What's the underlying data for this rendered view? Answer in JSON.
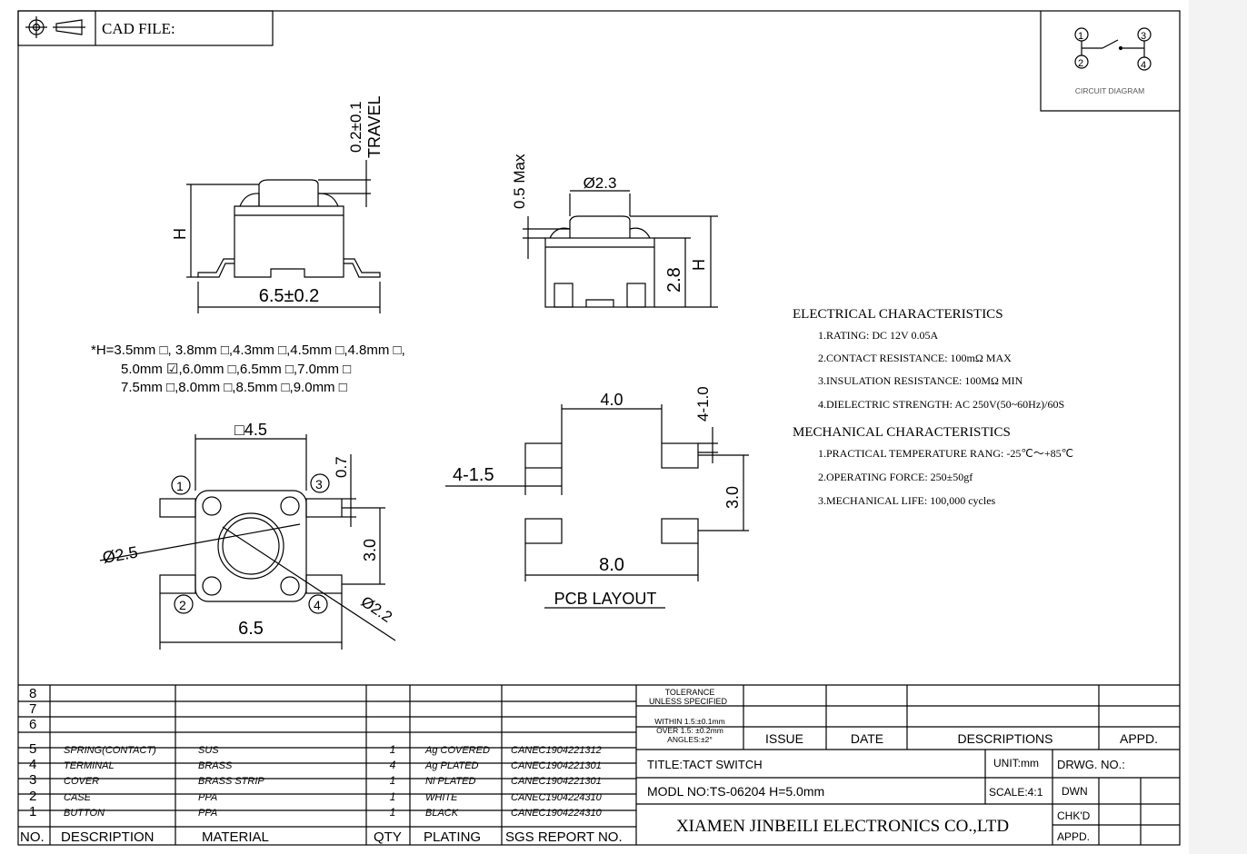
{
  "title_block": {
    "cad_label": "CAD FILE:",
    "circuit_caption": "CIRCUIT DIAGRAM",
    "circuit_pins": [
      "1",
      "2",
      "3",
      "4"
    ]
  },
  "side_view": {
    "travel_dim": "0.2±0.1",
    "travel_label": "TRAVEL",
    "height_label": "H",
    "width_dim": "6.5±0.2"
  },
  "front_view": {
    "stroke_dim": "0.5 Max",
    "button_dia": "Ø2.3",
    "body_height": "2.8",
    "height_label": "H"
  },
  "height_options": {
    "line1": "*H=3.5mm □, 3.8mm □,4.3mm □,4.5mm □,4.8mm □,",
    "line2": "5.0mm ☑,6.0mm □,6.5mm □,7.0mm □",
    "line3": "7.5mm □,8.0mm □,8.5mm □,9.0mm □"
  },
  "top_view": {
    "square_dim": "□4.5",
    "pin_dim": "0.7",
    "pitch_dim": "3.0",
    "cap_dia": "Ø2.5",
    "width_dim": "6.5",
    "post_dia": "Ø2.2",
    "pins": [
      "1",
      "2",
      "3",
      "4"
    ]
  },
  "pcb_layout": {
    "pad_pitch": "4.0",
    "pad_size_a": "4-1.0",
    "pad_size_b": "4-1.5",
    "row_pitch": "3.0",
    "overall": "8.0",
    "caption": "PCB LAYOUT"
  },
  "specs": {
    "electrical_heading": "ELECTRICAL CHARACTERISTICS",
    "electrical": [
      "1.RATING: DC 12V 0.05A",
      "2.CONTACT RESISTANCE: 100mΩ MAX",
      "3.INSULATION RESISTANCE: 100MΩ MIN",
      "4.DIELECTRIC STRENGTH: AC 250V(50~60Hz)/60S"
    ],
    "mechanical_heading": "MECHANICAL CHARACTERISTICS",
    "mechanical": [
      "1.PRACTICAL TEMPERATURE RANG: -25℃～+85℃",
      "2.OPERATING FORCE: 250±50gf",
      "3.MECHANICAL LIFE: 100,000 cycles"
    ]
  },
  "bom": {
    "headers": [
      "NO.",
      "DESCRIPTION",
      "MATERIAL",
      "QTY",
      "PLATING",
      "SGS REPORT NO."
    ],
    "rows": [
      {
        "no": "8",
        "desc": "",
        "mat": "",
        "qty": "",
        "plating": "",
        "sgs": ""
      },
      {
        "no": "7",
        "desc": "",
        "mat": "",
        "qty": "",
        "plating": "",
        "sgs": ""
      },
      {
        "no": "6",
        "desc": "",
        "mat": "",
        "qty": "",
        "plating": "",
        "sgs": ""
      },
      {
        "no": "5",
        "desc": "SPRING(CONTACT)",
        "mat": "SUS",
        "qty": "1",
        "plating": "Ag COVERED",
        "sgs": "CANEC1904221312"
      },
      {
        "no": "4",
        "desc": "TERMINAL",
        "mat": "BRASS",
        "qty": "4",
        "plating": "Ag PLATED",
        "sgs": "CANEC1904221301"
      },
      {
        "no": "3",
        "desc": "COVER",
        "mat": "BRASS STRIP",
        "qty": "1",
        "plating": "Ni PLATED",
        "sgs": "CANEC1904221301"
      },
      {
        "no": "2",
        "desc": "CASE",
        "mat": "PPA",
        "qty": "1",
        "plating": "WHITE",
        "sgs": "CANEC1904224310"
      },
      {
        "no": "1",
        "desc": "BUTTON",
        "mat": "PPA",
        "qty": "1",
        "plating": "BLACK",
        "sgs": "CANEC1904224310"
      }
    ]
  },
  "title": {
    "tol1": "TOLERANCE",
    "tol2": "UNLESS SPECIFIED",
    "tol3": "WITHIN 1.5:±0.1mm",
    "tol4": "OVER 1.5: ±0.2mm",
    "tol5": "ANGLES:±2°",
    "issue": "ISSUE",
    "date": "DATE",
    "descriptions": "DESCRIPTIONS",
    "appd": "APPD.",
    "title_text": "TITLE:TACT SWITCH",
    "unit": "UNIT:mm",
    "drwg": "DRWG. NO.:",
    "model": "MODL NO:TS-06204 H=5.0mm",
    "scale": "SCALE:4:1",
    "dwn": "DWN",
    "chkd": "CHK'D",
    "appd2": "APPD.",
    "company": "XIAMEN JINBEILI ELECTRONICS CO.,LTD"
  }
}
